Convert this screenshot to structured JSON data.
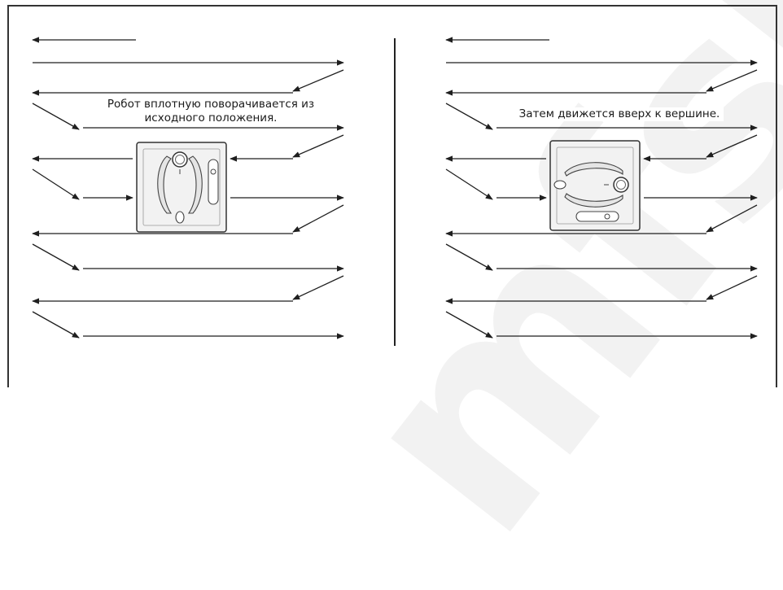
{
  "captions": {
    "left_line1": "Робот вплотную поворачивается из",
    "left_line2": "исходного положения.",
    "right": "Затем движется вверх к вершине."
  },
  "watermark": "mfsho",
  "colors": {
    "line": "#1f1f1f",
    "frame": "#333333",
    "device_fill": "#f2f2f2"
  },
  "icons": {
    "arrow": "arrowhead-icon",
    "robot": "window-cleaning-robot-icon"
  }
}
